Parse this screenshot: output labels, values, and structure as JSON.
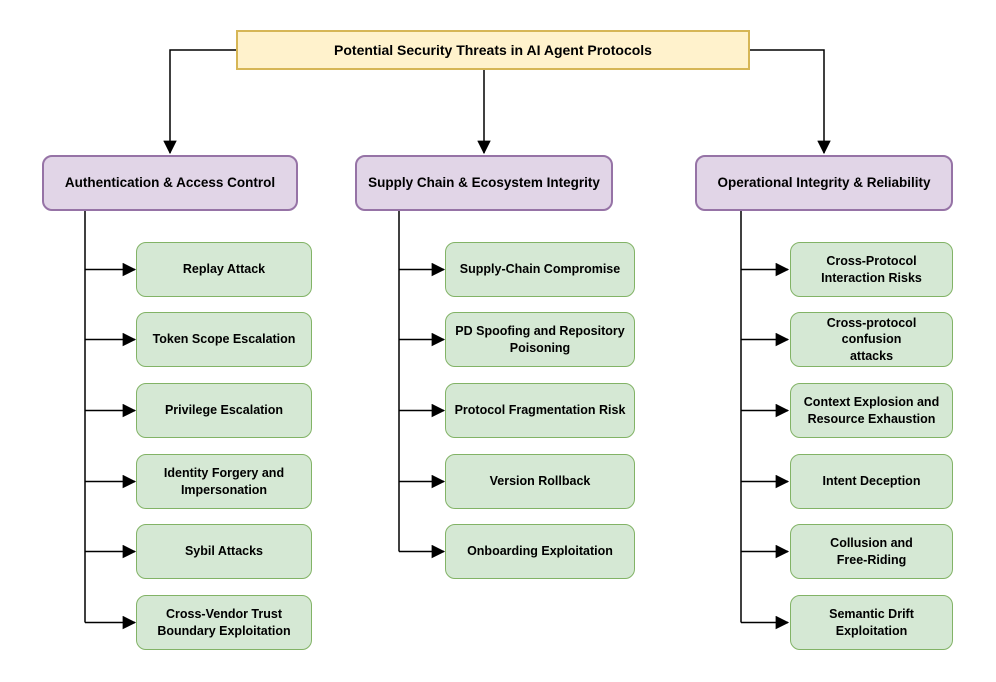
{
  "diagram_title": "Potential Security Threats in AI Agent Protocols",
  "colors": {
    "title-fill": "#FFF2CC",
    "title-border": "#D6B656",
    "category-fill": "#E1D5E7",
    "category-border": "#9673A6",
    "leaf-fill": "#D5E8D4",
    "leaf-border": "#82B366",
    "connector-color": "#000000",
    "text-color": "#000000",
    "background": "#FFFFFF"
  },
  "categories": [
    {
      "label": "Authentication & Access Control",
      "items": [
        "Replay Attack",
        "Token Scope Escalation",
        "Privilege Escalation",
        "Identity Forgery and\nImpersonation",
        "Sybil Attacks",
        "Cross-Vendor Trust\nBoundary Exploitation"
      ]
    },
    {
      "label": "Supply Chain & Ecosystem Integrity",
      "items": [
        "Supply-Chain Compromise",
        "PD Spoofing and Repository\nPoisoning",
        "Protocol Fragmentation Risk",
        "Version Rollback",
        "Onboarding Exploitation"
      ]
    },
    {
      "label": "Operational Integrity & Reliability",
      "items": [
        "Cross-Protocol\nInteraction Risks",
        "Cross-protocol confusion\nattacks",
        "Context Explosion and\nResource Exhaustion",
        "Intent Deception",
        "Collusion and\nFree-Riding",
        "Semantic Drift\nExploitation"
      ]
    }
  ]
}
